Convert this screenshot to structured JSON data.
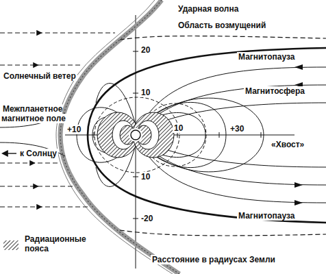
{
  "diagram": {
    "labels": [
      "Ударная волна",
      "Область возмущений",
      "20",
      "Магнитопауза",
      "Солнечный ветер",
      "10",
      "Магнитосфера",
      "Межпланетное магнитное поле",
      "+10",
      "10",
      "+30",
      "«Хвост»",
      "к Солнцу",
      "10",
      "Магнитопауза",
      "-20",
      "Расстояние в радиусах Земли"
    ],
    "legend": [
      {
        "text": "Радиационные пояса"
      }
    ]
  }
}
